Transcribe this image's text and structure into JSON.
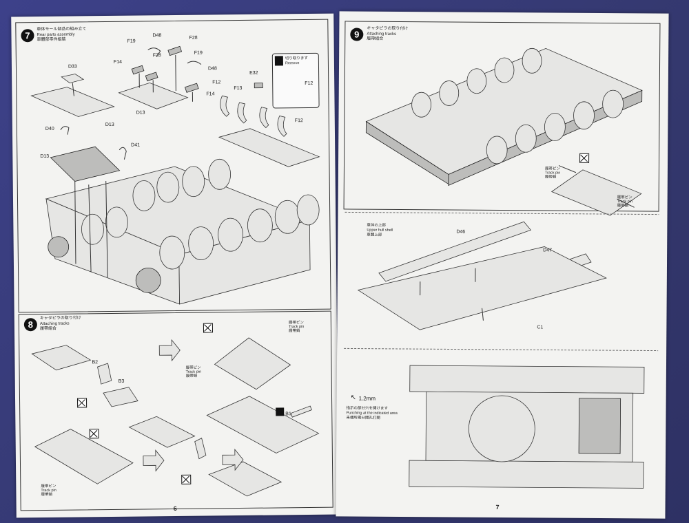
{
  "left_page": {
    "page_number": "6",
    "step7": {
      "number": "7",
      "title_jp": "車体モール部品の組み立て",
      "title_en": "Rear parts assembly",
      "title_cn": "車體部零件組裝",
      "parts": {
        "D33": "D33",
        "D13a": "D13",
        "D13b": "D13",
        "D13c": "D13",
        "D40": "D40",
        "D41": "D41",
        "F19a": "F19",
        "F19b": "F19",
        "D48a": "D48",
        "D48b": "D48",
        "F28a": "F28",
        "F28b": "F28",
        "F14a": "F14",
        "F14b": "F14",
        "F12a": "F12",
        "F12b": "F12",
        "F12c": "F12",
        "F13": "F13",
        "E32": "E32"
      },
      "remove_jp": "切り取ります",
      "remove_en": "Remove"
    },
    "step8": {
      "number": "8",
      "title_jp": "キャタピラの取り付け",
      "title_en": "Attaching tracks",
      "title_cn": "履帶組合",
      "parts": {
        "B2": "B2",
        "B3": "B3",
        "B1": "B1"
      },
      "trackpin_a": {
        "jp": "履帯ピン",
        "en": "Track pin",
        "cn": "履帶銷"
      },
      "trackpin_b": {
        "jp": "履帯ピン",
        "en": "Track pin",
        "cn": "履帶銷"
      },
      "trackpin_c": {
        "jp": "履帯ピン",
        "en": "Track pin",
        "cn": "履帶銷"
      }
    }
  },
  "right_page": {
    "page_number": "7",
    "step9": {
      "number": "9",
      "title_jp": "キャタピラの取り付け",
      "title_en": "Attaching tracks",
      "title_cn": "履帶組合",
      "trackpin_a": {
        "jp": "履帯ピン",
        "en": "Track pin",
        "cn": "履帶銷"
      },
      "trackpin_b": {
        "jp": "履帯ピン",
        "en": "Track pin",
        "cn": "履帶銷"
      }
    },
    "hull": {
      "label_jp": "車体の上部",
      "label_en": "Upper hull shell",
      "label_cn": "車體上部",
      "parts": {
        "D46": "D46",
        "D47": "D47",
        "C1": "C1"
      }
    },
    "drill": {
      "size": "1.2mm",
      "note_jp": "指示の部分穴を開けます",
      "note_en": "Punching at the indicated area",
      "note_cn": "未標所需分開孔打開"
    }
  }
}
